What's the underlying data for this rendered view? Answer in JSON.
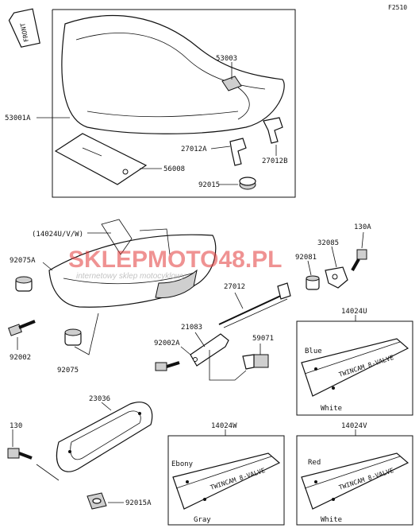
{
  "diagram_code": "F2510",
  "front_label": "FRONT",
  "watermark": {
    "main": "SKLEPMOTO48.PL",
    "sub": "internetowy sklep motocyklowy"
  },
  "parts": {
    "p53001A": "53001A",
    "p53003": "53003",
    "p56008": "56008",
    "p27012A": "27012A",
    "p27012B": "27012B",
    "p92015": "92015",
    "p14024UVW": "(14024U/V/W)",
    "p92075A": "92075A",
    "p92002": "92002",
    "p92075": "92075",
    "p27012": "27012",
    "p21083": "21083",
    "p92002A": "92002A",
    "p59071": "59071",
    "p92081": "92081",
    "p32085": "32085",
    "p130A": "130A",
    "p14024U": "14024U",
    "p23036": "23036",
    "p130": "130",
    "p92015A": "92015A",
    "p14024W": "14024W",
    "p14024V": "14024V"
  },
  "colors": {
    "u_top": "Blue",
    "u_bottom": "White",
    "w_top": "Ebony",
    "w_bottom": "Gray",
    "v_top": "Red",
    "v_bottom": "White"
  },
  "emblem_text": "TWINCAM 8-VALVE"
}
